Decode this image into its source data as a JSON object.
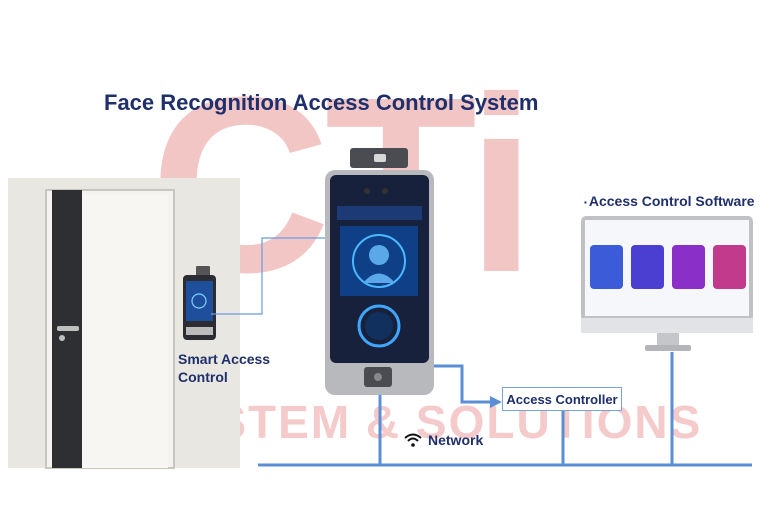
{
  "title": "Face Recognition Access Control System",
  "watermark": {
    "letters": "CTi",
    "band": "SYSTEM & SOLUTIONS"
  },
  "labels": {
    "smart_access_line1": "Smart Access",
    "smart_access_line2": "Control",
    "software_bullet": "▪",
    "software": "Access Control Software",
    "controller": "Access Controller",
    "network": "Network"
  },
  "icons": [
    "door-icon",
    "face-terminal-icon",
    "monitor-icon",
    "wifi-icon",
    "arrow-icon"
  ],
  "colors": {
    "title": "#1f2f6b",
    "connector": "#5a8fd6",
    "watermark": "#f3c6c6",
    "app_tiles": [
      "#3b5bd9",
      "#4a3fd0",
      "#8a2fc8",
      "#c23a8c"
    ]
  }
}
